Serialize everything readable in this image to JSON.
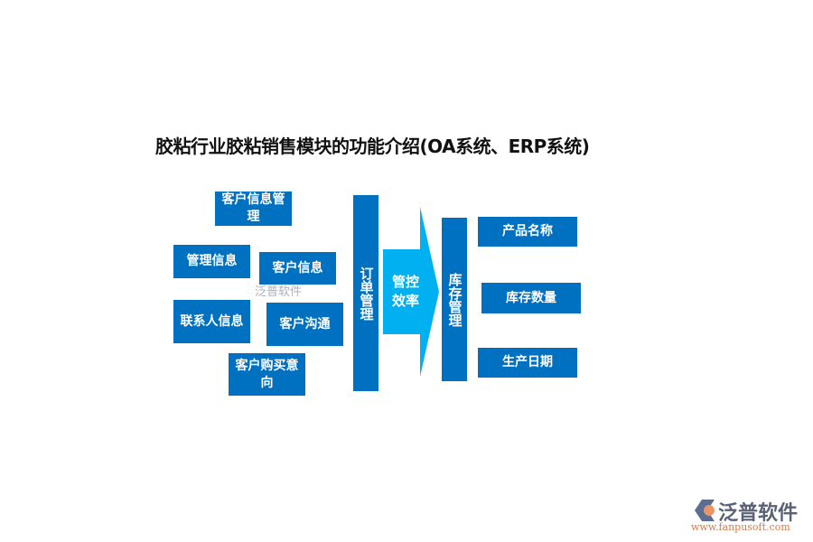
{
  "title": "胶粘行业胶粘销售模块的功能介绍(OA系统、ERP系统)",
  "left_items": [
    "客户信息管理",
    "管理信息",
    "客户信息",
    "联系人信息",
    "客户沟通",
    "客户购买意向"
  ],
  "order": "订单管理",
  "arrow": "管控效率",
  "inventory": "库存管理",
  "right_items": [
    "产品名称",
    "库存数量",
    "生产日期"
  ],
  "watermark": "泛普软件",
  "logo": {
    "name": "泛普软件",
    "url": "www.fanpusoft.com"
  },
  "colors": {
    "box": "#0070c0",
    "arrow": "#00b0f0"
  }
}
